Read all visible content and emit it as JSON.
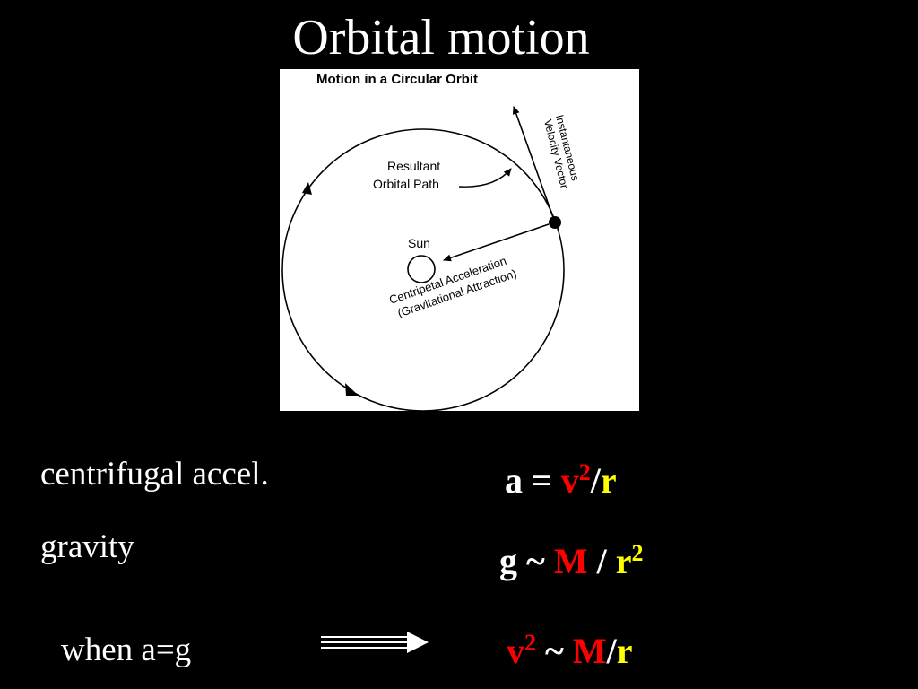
{
  "slide": {
    "title": "Orbital motion",
    "background_color": "#000000"
  },
  "diagram": {
    "heading": "Motion in a Circular Orbit",
    "velocity_label_line1": "Instantaneous",
    "velocity_label_line2": "Velocity Vector",
    "path_label_line1": "Resultant",
    "path_label_line2": "Orbital Path",
    "sun_label": "Sun",
    "accel_label_line1": "Centripetal Acceleration",
    "accel_label_line2": "(Gravitational Attraction)"
  },
  "labels": {
    "centrifugal": "centrifugal accel.",
    "gravity": "gravity",
    "condition": "when a=g"
  },
  "equations": {
    "centrifugal": {
      "lhs": "a",
      "op": "=",
      "num": "v",
      "exp": "2",
      "slash": "/",
      "den": "r"
    },
    "gravity": {
      "lhs": "g",
      "op": "~",
      "num": "M",
      "slash": "/",
      "den": "r",
      "exp": "2"
    },
    "result": {
      "lhs": "v",
      "exp": "2",
      "op": "~",
      "num": "M",
      "slash": "/",
      "den": "r"
    }
  },
  "colors": {
    "text": "#ffffff",
    "highlight_red": "#ff0000",
    "highlight_yellow": "#ffff00"
  }
}
